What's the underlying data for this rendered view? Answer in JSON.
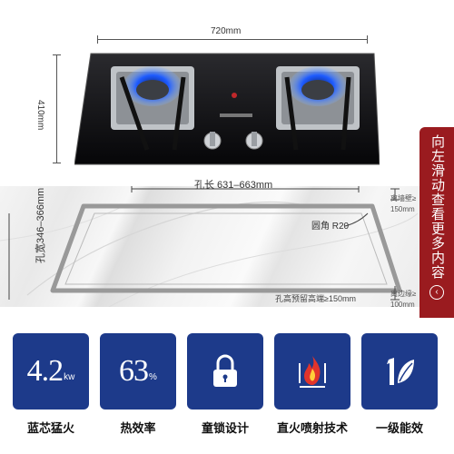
{
  "dimensions": {
    "width_label": "720mm",
    "height_label": "410mm"
  },
  "cutout": {
    "length_label": "孔长 631–663mm",
    "width_label": "孔宽346–366mm",
    "radius_label": "圆角 R20",
    "wall_distance_label_1": "离墙壁≥",
    "wall_distance_label_2": "150mm",
    "edge_distance_label_1": "离边缘≥",
    "edge_distance_label_2": "100mm",
    "reserve_height_label": "孔高预留高端≥150mm"
  },
  "side_tab": {
    "text": "向左滑动查看更多内容",
    "icon": "chevron-left-circle-icon",
    "color": "#9a1b1f"
  },
  "features": [
    {
      "value": "4.2",
      "unit": "kw",
      "label": "蓝芯猛火"
    },
    {
      "value": "63",
      "unit": "%",
      "label": "热效率"
    },
    {
      "icon": "lock-icon",
      "label": "童锁设计"
    },
    {
      "icon": "flame-icon",
      "label": "直火喷射技术"
    },
    {
      "icon": "leaf-one-icon",
      "label": "一级能效"
    }
  ],
  "colors": {
    "feature_box": "#1d3a8a",
    "flame": "#1e5bff"
  }
}
